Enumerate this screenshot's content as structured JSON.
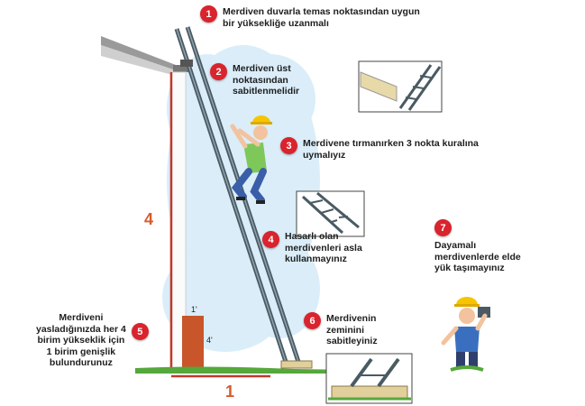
{
  "colors": {
    "badge": "#d9232d",
    "measure_line": "#c0392b",
    "dimension_text": "#d75a2a",
    "sky": "#cfe8f7",
    "ladder": "#4a5a63",
    "grass": "#55a83b",
    "wall": "#fbfbfb"
  },
  "steps": [
    {
      "num": "1",
      "text": "Merdiven duvarla temas noktasından uygun\nbir yüksekliğe uzanmalı"
    },
    {
      "num": "2",
      "text": "Merdiven üst\nnoktasından\nsabitlenmelidir"
    },
    {
      "num": "3",
      "text": "Merdivene tırmanırken 3 nokta kuralına\nuymalıyız"
    },
    {
      "num": "4",
      "text": "Hasarlı olan\nmerdivenleri asla\nkullanmayınız"
    },
    {
      "num": "5",
      "text": "Merdiveni\nyasladığınızda her 4\nbirim yükseklik için\n1 birim genişlik\nbulundurunuz"
    },
    {
      "num": "6",
      "text": "Merdivenin\nzeminini\nsabitleyiniz"
    },
    {
      "num": "7",
      "text": "Dayamalı\nmerdivenlerde elde\nyük taşımayınız"
    }
  ],
  "dimensions": {
    "height_label": "4",
    "base_label": "1",
    "ratio_top": "1'",
    "ratio_side": "4'"
  },
  "icons": [
    "worker-on-ladder-icon",
    "worker-carrying-load-icon",
    "damaged-ladder-icon",
    "tied-ladder-top-icon",
    "ladder-foot-base-icon"
  ]
}
